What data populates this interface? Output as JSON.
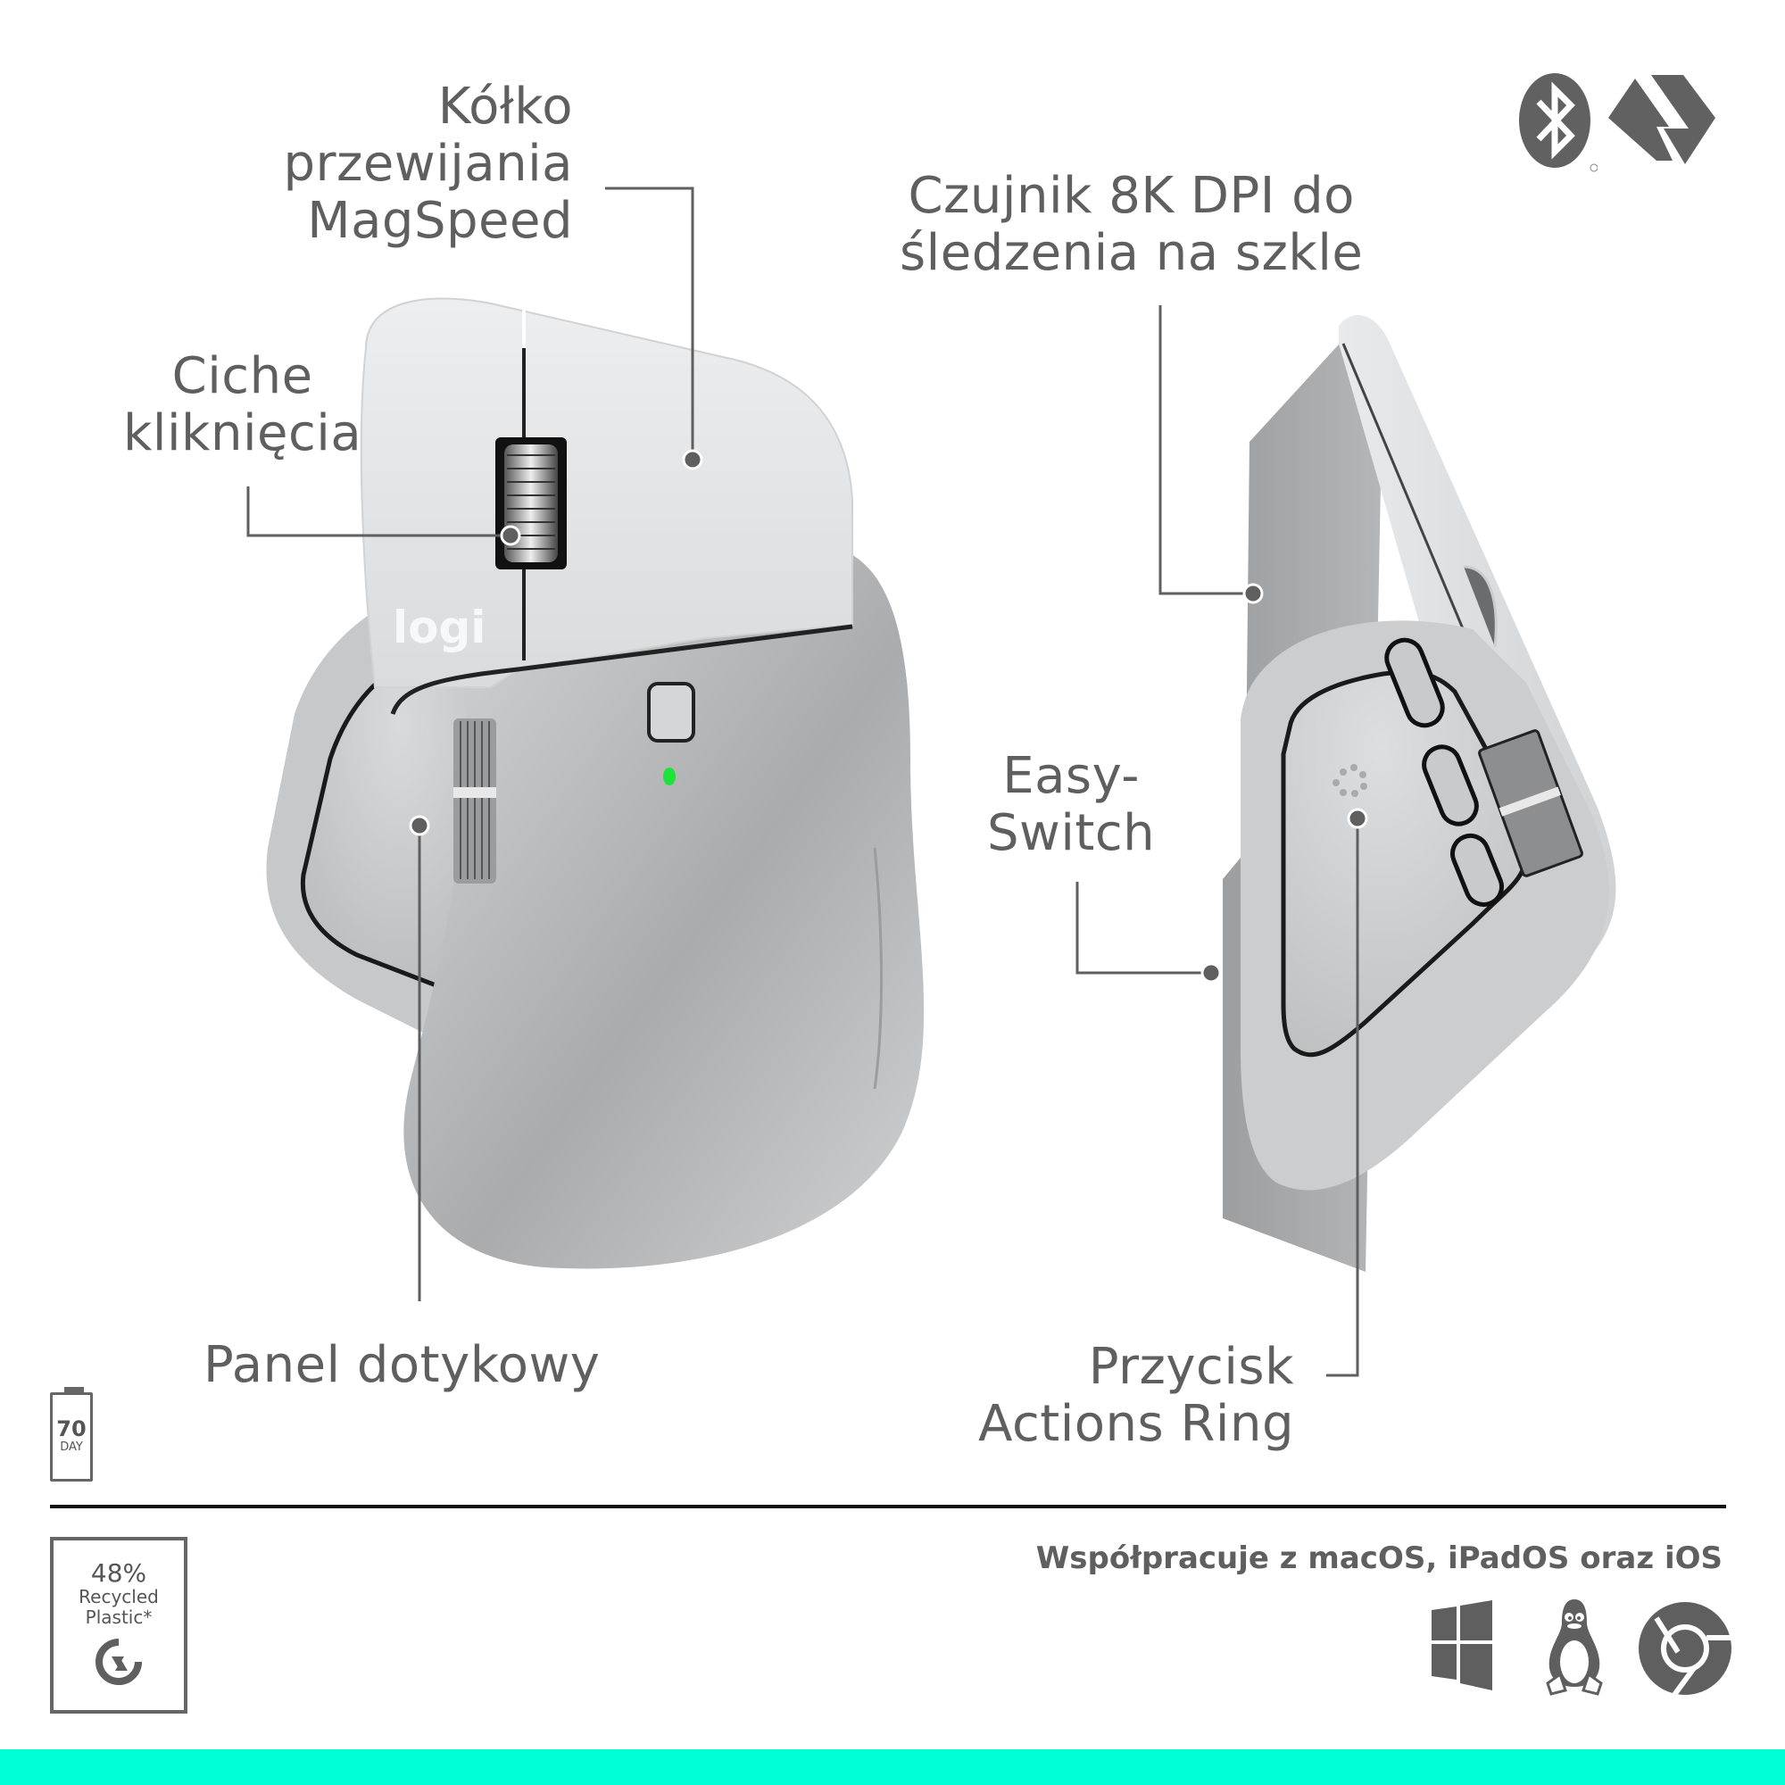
{
  "callouts": {
    "scroll_wheel": [
      "Kółko",
      "przewijania",
      "MagSpeed"
    ],
    "silent_clicks": [
      "Ciche",
      "kliknięcia"
    ],
    "sensor": [
      "Czujnik 8K DPI do",
      "śledzenia na szkle"
    ],
    "easy_switch": [
      "Easy-",
      "Switch"
    ],
    "touch_panel": [
      "Panel dotykowy"
    ],
    "actions_ring": [
      "Przycisk",
      "Actions Ring"
    ]
  },
  "product": {
    "logo_text": "logi",
    "body_color": "#c9cbcd",
    "top_shell_color": "#e4e6e8",
    "led_color": "#1ee33a"
  },
  "badges": {
    "battery": {
      "value": "70",
      "unit": "DAY"
    },
    "recycled": {
      "percent": "48%",
      "line1": "Recycled",
      "line2": "Plastic*"
    }
  },
  "connectivity_icons": [
    "bluetooth-icon",
    "logi-bolt-receiver-icon"
  ],
  "compatibility": {
    "text": "Współpracuje z macOS, iPadOS oraz iOS",
    "os_icons": [
      "windows-icon",
      "linux-tux-icon",
      "chromeos-icon"
    ]
  },
  "colors": {
    "text": "#5f5f5f",
    "icon_gray": "#616161",
    "accent_bar": "#00ffd4",
    "divider": "#111111"
  }
}
